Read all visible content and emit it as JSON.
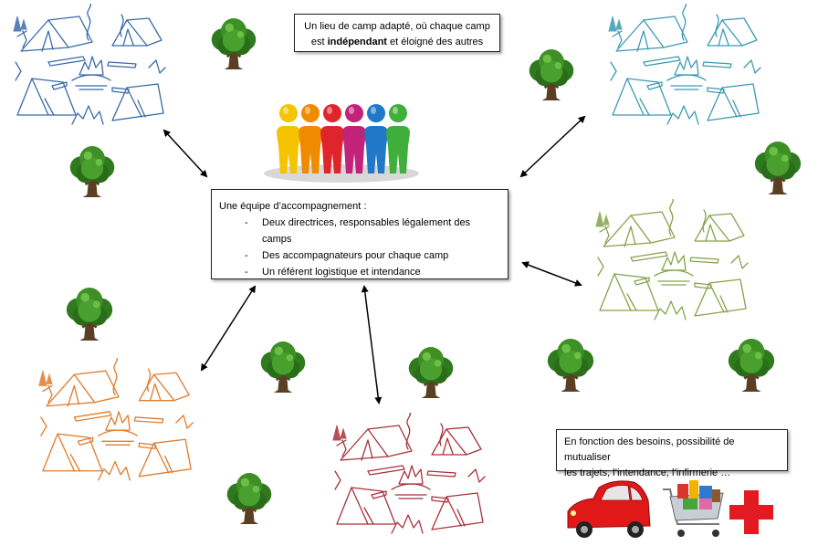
{
  "top_note": {
    "line1": "Un lieu de camp adapté, où chaque camp",
    "line2_pre": "est ",
    "line2_bold": "indépendant",
    "line2_post": " et éloigné des autres"
  },
  "team": {
    "title": "Une équipe d’accompagnement :",
    "items": [
      "Deux directrices, responsables légalement des camps",
      "Des accompagnateurs pour chaque camp",
      "Un référent logistique et intendance"
    ]
  },
  "mutualise_note": {
    "line1": "En fonction des besoins, possibilité de mutualiser",
    "line2": "les trajets, l’intendance, l’infirmerie …"
  },
  "camps": [
    {
      "name": "camp-blue",
      "color": "#3a6aa8"
    },
    {
      "name": "camp-teal",
      "color": "#3b9ab3"
    },
    {
      "name": "camp-olive",
      "color": "#86a24c"
    },
    {
      "name": "camp-orange",
      "color": "#e07d2e"
    },
    {
      "name": "camp-crimson",
      "color": "#a8323c"
    }
  ],
  "people_colors": [
    "#f4c400",
    "#f08a00",
    "#e0242c",
    "#c2237a",
    "#1f78c8",
    "#3fae3a"
  ],
  "icons": [
    "car-icon",
    "shopping-cart-icon",
    "red-cross-icon",
    "tree-icon",
    "group-people-icon",
    "tent-camp-icon"
  ]
}
